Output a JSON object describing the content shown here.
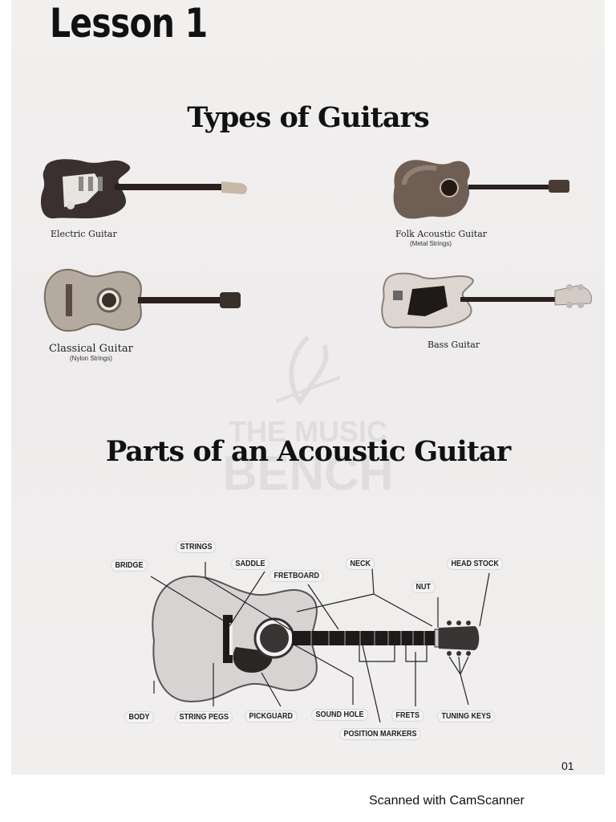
{
  "lesson_title": "Lesson 1",
  "section1": {
    "title": "Types of Guitars",
    "items": [
      {
        "name": "Electric Guitar",
        "note": ""
      },
      {
        "name": "Folk Acoustic Guitar",
        "note": "(Metal Strings)"
      },
      {
        "name": "Classical Guitar",
        "note": "(Nylon Strings)"
      },
      {
        "name": "Bass Guitar",
        "note": ""
      }
    ]
  },
  "watermark": {
    "line1": "THE MUSIC",
    "line2": "BENCH"
  },
  "section2": {
    "title": "Parts of an Acoustic Guitar",
    "labels": {
      "strings": "STRINGS",
      "bridge": "BRIDGE",
      "saddle": "SADDLE",
      "fretboard": "FRETBOARD",
      "neck": "NECK",
      "head_stock": "HEAD STOCK",
      "nut": "NUT",
      "body": "BODY",
      "string_pegs": "STRING PEGS",
      "pickguard": "PICKGUARD",
      "sound_hole": "SOUND HOLE",
      "frets": "FRETS",
      "tuning_keys": "TUNING KEYS",
      "position_markers": "POSITION MARKERS"
    }
  },
  "page_number": "01",
  "scanner_footer": "Scanned with CamScanner"
}
